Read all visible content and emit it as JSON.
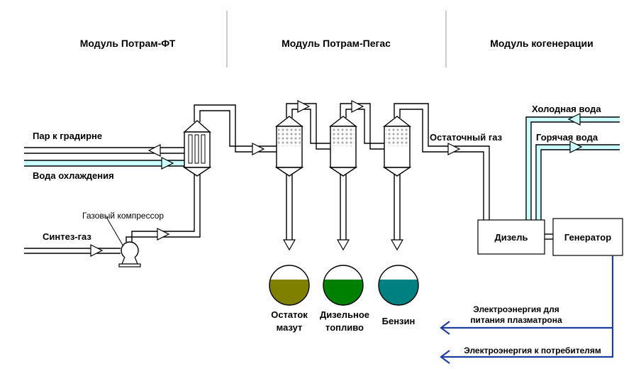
{
  "headers": {
    "ft": "Модуль Потрам-ФТ",
    "pegas": "Модуль Потрам-Пегас",
    "cogeneration": "Модуль когенерации"
  },
  "streams": {
    "steam_to_tower": "Пар к градирне",
    "cooling_water": "Вода охлаждения",
    "syngas": "Синтез-газ",
    "gas_compressor": "Газовый компрессор",
    "residual_gas": "Остаточный газ",
    "cold_water": "Холодная вода",
    "hot_water": "Горячая вода"
  },
  "units": {
    "diesel": "Дизель",
    "generator": "Генератор"
  },
  "products": [
    {
      "line1": "Остаток",
      "line2": "мазут",
      "color": "#7f7f00"
    },
    {
      "line1": "Дизельное",
      "line2": "топливо",
      "color": "#008000"
    },
    {
      "line1": "Бензин",
      "line2": "",
      "color": "#008080"
    }
  ],
  "electricity": {
    "plasmatron_line1": "Электроэнергия для",
    "plasmatron_line2": "питания плазматрона",
    "consumers": "Электроэнергия к потребителям"
  },
  "colors": {
    "water": "#ccffff",
    "power_line": "#1f3f9f"
  }
}
